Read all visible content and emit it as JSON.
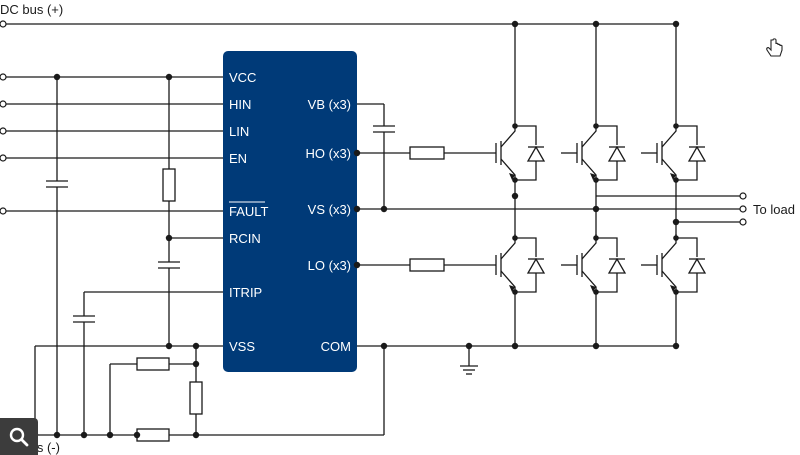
{
  "diagram": {
    "labels": {
      "dc_bus_plus": "DC bus (+)",
      "dc_bus_minus": "DC bus (-)",
      "to_load": "To load"
    },
    "ic": {
      "color": "#003a78",
      "left_pins": [
        "VCC",
        "HIN",
        "LIN",
        "EN",
        "FAULT",
        "RCIN",
        "ITRIP",
        "VSS"
      ],
      "right_pins": [
        "VB (x3)",
        "HO (x3)",
        "VS (x3)",
        "LO (x3)",
        "COM"
      ]
    }
  },
  "controls": {
    "zoom_icon": "magnifier-icon",
    "cursor_icon": "hand-pointer-icon"
  }
}
